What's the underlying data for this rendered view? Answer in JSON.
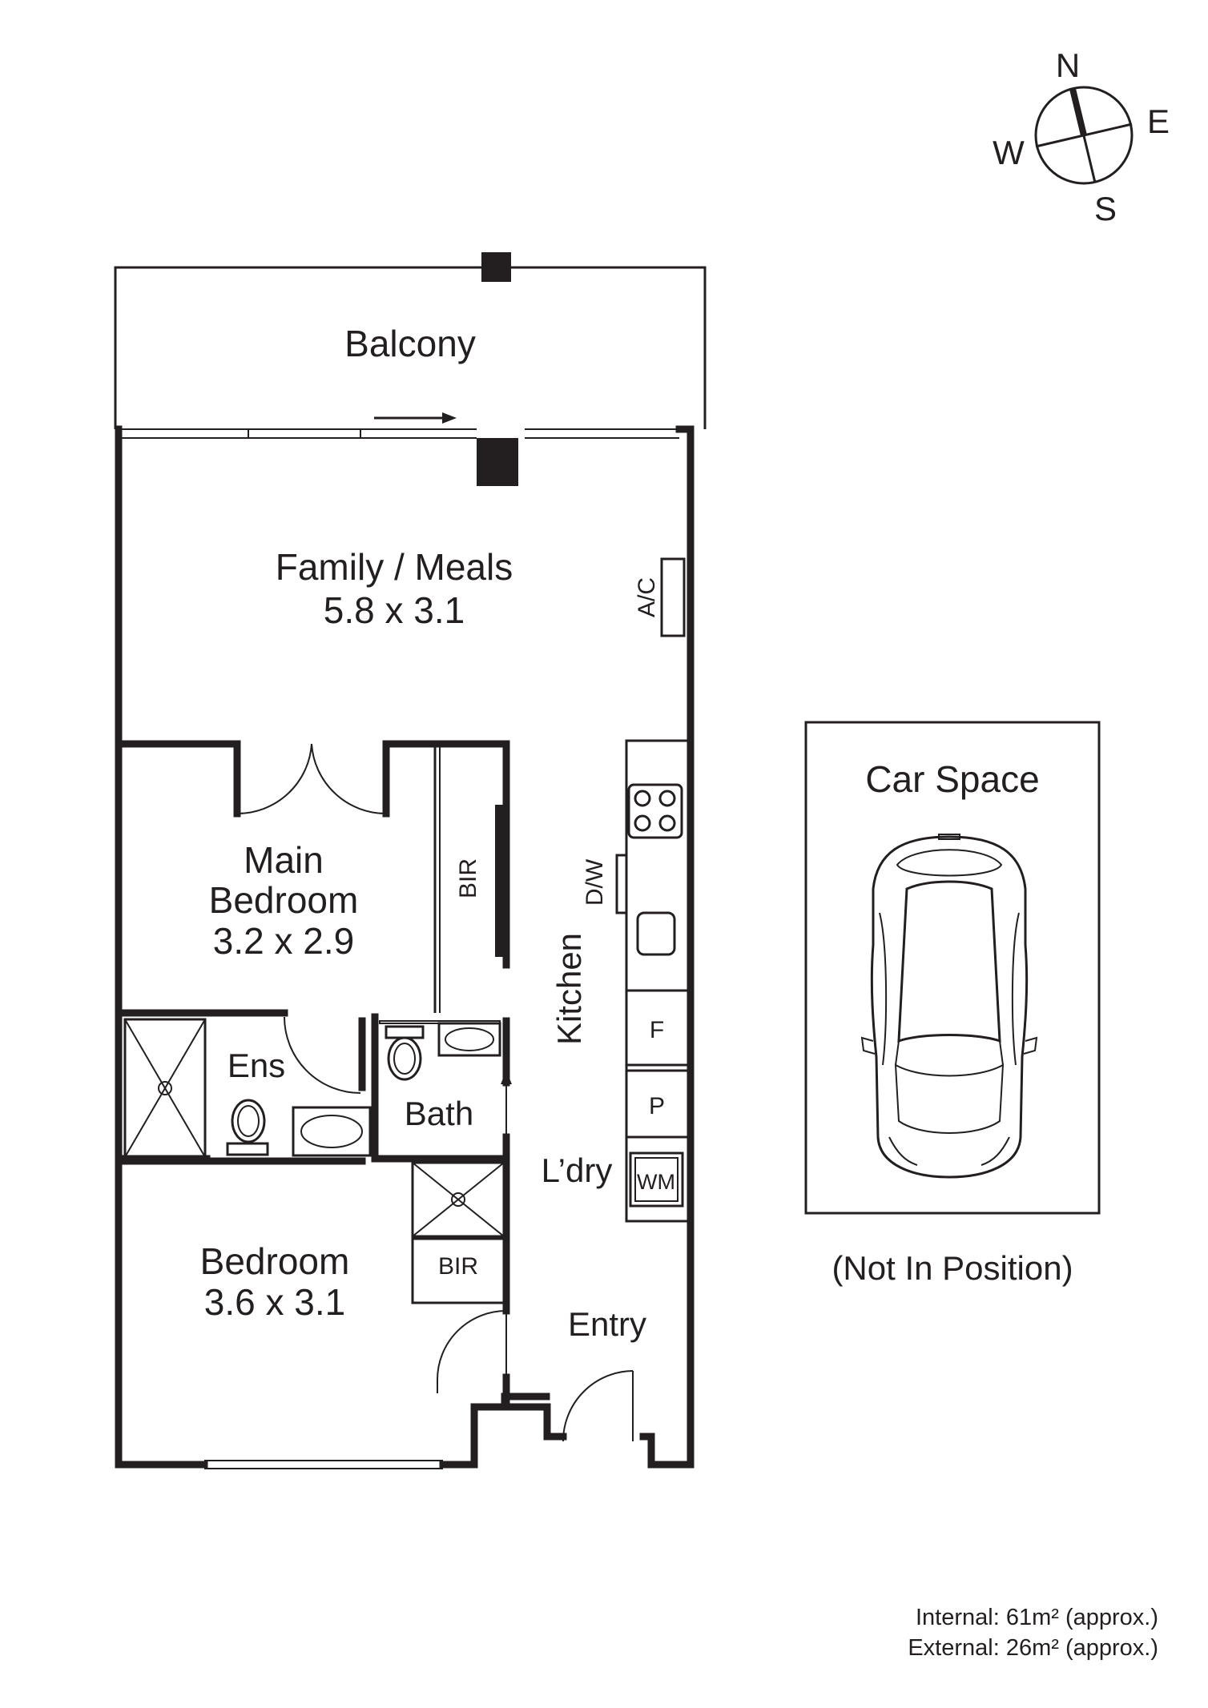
{
  "compass": {
    "north": "N",
    "east": "E",
    "south": "S",
    "west": "W"
  },
  "rooms": {
    "balcony": {
      "name": "Balcony"
    },
    "family_meals": {
      "name": "Family / Meals",
      "size": "5.8 x 3.1"
    },
    "main_bedroom": {
      "name_line1": "Main",
      "name_line2": "Bedroom",
      "size": "3.2 x 2.9"
    },
    "ensuite": {
      "name": "Ens"
    },
    "bath": {
      "name": "Bath"
    },
    "kitchen": {
      "name": "Kitchen"
    },
    "laundry": {
      "name": "L’dry"
    },
    "bedroom": {
      "name": "Bedroom",
      "size": "3.6 x 3.1"
    },
    "entry": {
      "name": "Entry"
    },
    "car_space": {
      "name": "Car Space",
      "note": "(Not In Position)"
    }
  },
  "fixtures": {
    "air_con": "A/C",
    "built_in_robe_main": "BIR",
    "built_in_robe_bedroom": "BIR",
    "dishwasher": "D/W",
    "fridge": "F",
    "pantry": "P",
    "washing_machine": "WM"
  },
  "areas": {
    "internal": "Internal: 61m² (approx.)",
    "external": "External: 26m² (approx.)"
  },
  "colors": {
    "ink": "#231f20",
    "background": "#ffffff"
  }
}
